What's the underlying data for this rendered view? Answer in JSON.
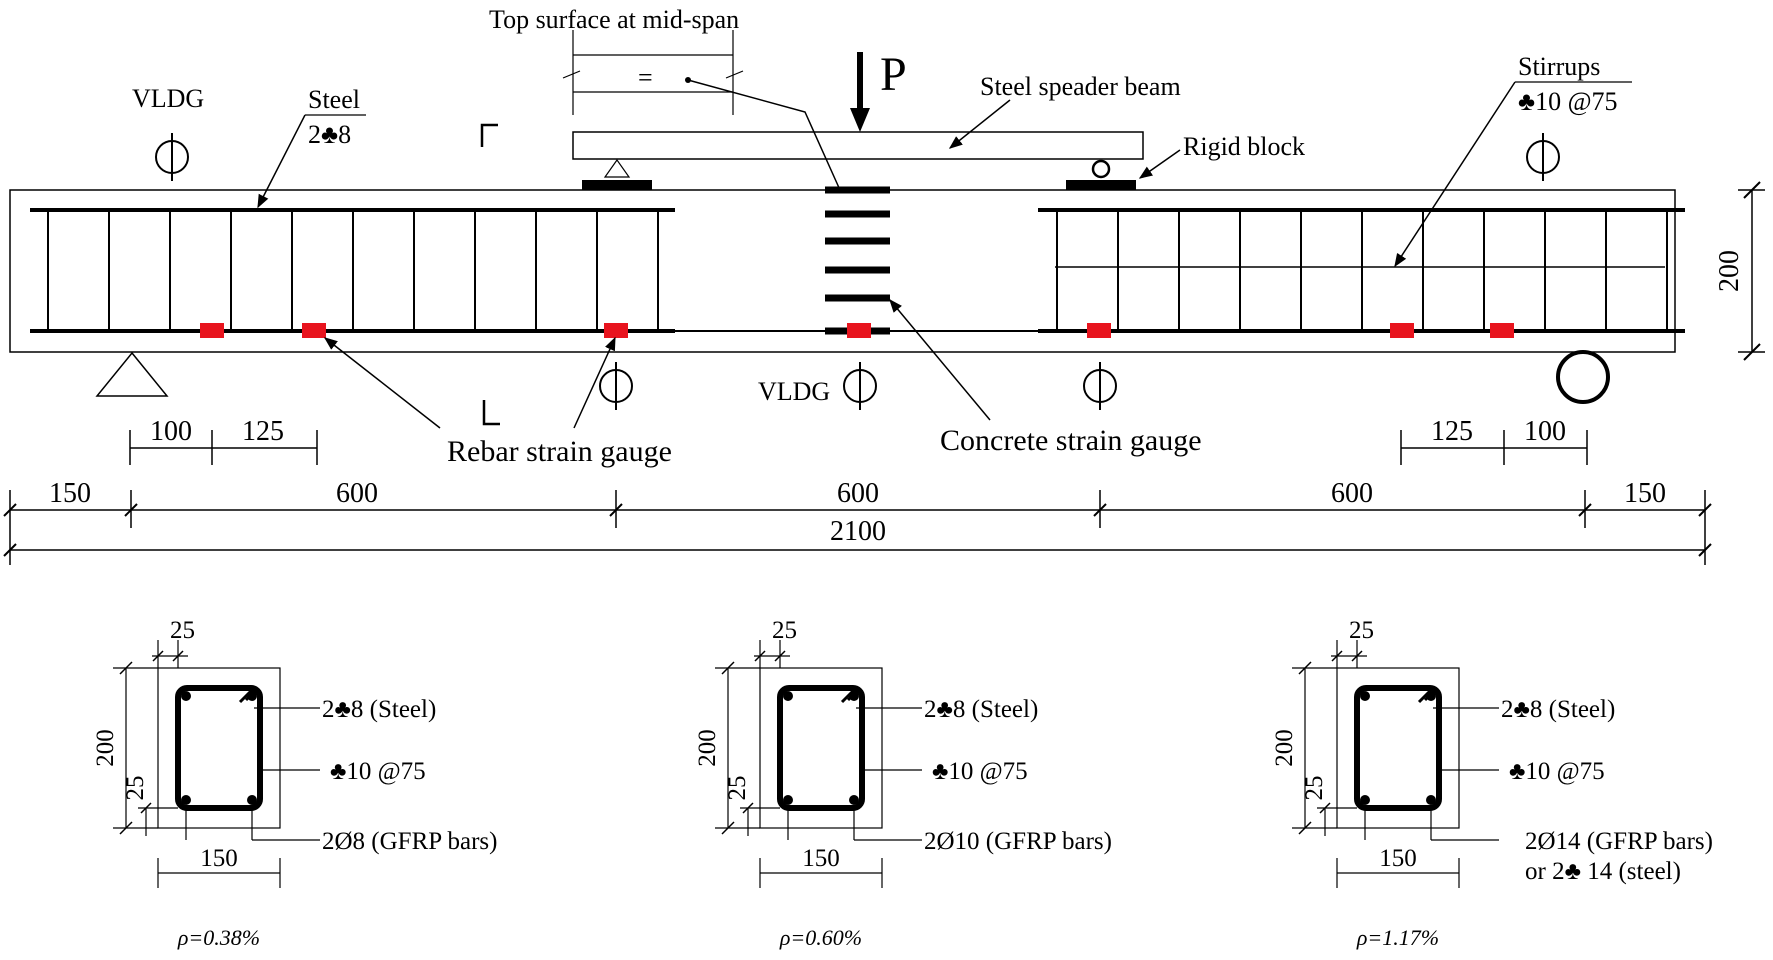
{
  "elevation": {
    "load_symbol": "P",
    "labels": {
      "top_surface": "Top surface at mid-span",
      "top_surface_mark": "=",
      "steel_spreader_beam": "Steel speader beam",
      "rigid_block": "Rigid  block",
      "vldg_left": "VLDG",
      "vldg_mid": "VLDG",
      "steel": "Steel",
      "steel_spec": "2♣8",
      "stirrups": "Stirrups",
      "stirrups_spec": "♣10 @75",
      "rebar_strain_gauge": "Rebar strain gauge",
      "concrete_strain_gauge": "Concrete strain gauge"
    },
    "dims": {
      "height": "200",
      "gauge_left": [
        "100",
        "125"
      ],
      "gauge_right": [
        "125",
        "100"
      ],
      "spans": [
        "150",
        "600",
        "600",
        "600",
        "150"
      ],
      "total": "2100"
    },
    "colors": {
      "strain_gauge": "#e8141e",
      "line": "#000000"
    }
  },
  "sections": [
    {
      "cover_top": "25",
      "height": "200",
      "cover_side": "25",
      "width": "150",
      "top_bars": "2♣8  (Steel)",
      "stirrup": "♣10 @75",
      "bottom_bars": [
        "2Ø8 (GFRP bars)"
      ],
      "rho": "ρ=0.38%"
    },
    {
      "cover_top": "25",
      "height": "200",
      "cover_side": "25",
      "width": "150",
      "top_bars": "2♣8  (Steel)",
      "stirrup": "♣10 @75",
      "bottom_bars": [
        "2Ø10 (GFRP bars)"
      ],
      "rho": "ρ=0.60%"
    },
    {
      "cover_top": "25",
      "height": "200",
      "cover_side": "25",
      "width": "150",
      "top_bars": "2♣8 (Steel)",
      "stirrup": "♣10 @75",
      "bottom_bars": [
        "2Ø14 (GFRP bars)",
        "or 2♣ 14 (steel)"
      ],
      "rho": "ρ=1.17%"
    }
  ]
}
